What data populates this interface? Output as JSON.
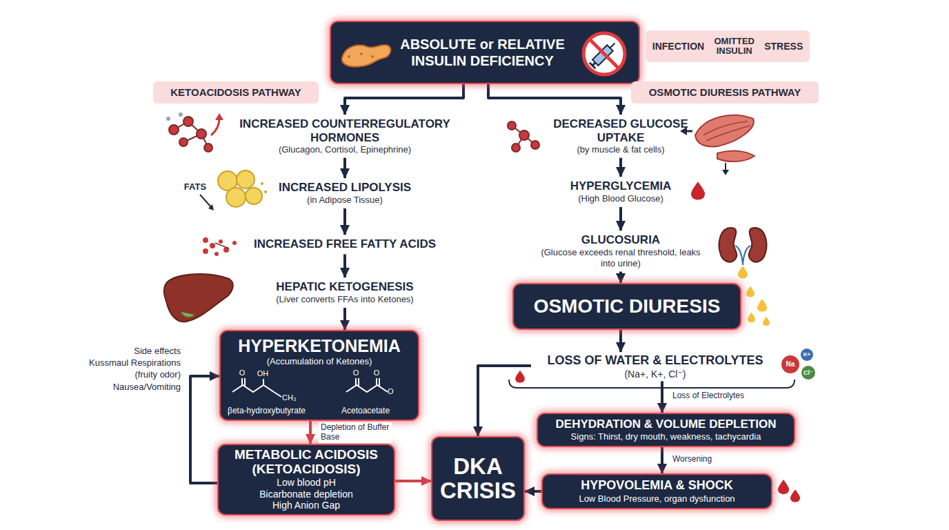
{
  "diagram": {
    "nodes": [
      {
        "text": [
          "ABSOLUTE or RELATIVE INSULIN DEFICIENCY"
        ]
      },
      {
        "text": [
          "INFECTION",
          "OMITTED INSULIN",
          "STRESS"
        ]
      },
      {
        "text": [
          "KETOACIDOSIS PATHWAY"
        ]
      },
      {
        "text": [
          "OSMOTIC DIURESIS PATHWAY"
        ]
      },
      {
        "text": [
          "INCREASED COUNTERREGULATORY HORMONES",
          "(Glucagon, Cortisol, Epinephrine)"
        ]
      },
      {
        "text": [
          "INCREASED LIPOLYSIS",
          "(in Adipose Tissue)"
        ]
      },
      {
        "text": [
          "INCREASED FREE FATTY ACIDS"
        ]
      },
      {
        "text": [
          "HEPATIC KETOGENESIS",
          "(Liver converts FFAs into Ketones)"
        ]
      },
      {
        "text": [
          "HYPERKETONEMIA",
          "(Accumulation of Ketones)",
          "βeta-hydroxybutyrate",
          "Acetoacetate"
        ]
      },
      {
        "text": [
          "METABOLIC ACIDOSIS (KETOACIDOSIS)",
          "Low blood pH Bicarbonate depletion High Anion Gap"
        ]
      },
      {
        "text": [
          "DECREASED GLUCOSE UPTAKE",
          "(by muscle & fat cells)"
        ]
      },
      {
        "text": [
          "HYPERGLYCEMIA",
          "(High Blood Glucose)"
        ]
      },
      {
        "text": [
          "GLUCOSURIA",
          "(Glucose exceeds renal threshold, leaks into urine)"
        ]
      },
      {
        "text": [
          "OSMOTIC DIURESIS"
        ]
      },
      {
        "text": [
          "LOSS OF WATER & ELECTROLYTES",
          "(Na+, K+, Cl⁻)"
        ]
      },
      {
        "text": [
          "DEHYDRATION & VOLUME DEPLETION",
          "Signs: Thirst, dry mouth, weakness, tachycardia"
        ]
      },
      {
        "text": [
          "HYPOVOLEMIA & SHOCK",
          "Low Blood Pressure, organ dysfunction"
        ]
      },
      {
        "text": [
          "DKA CRISIS"
        ]
      }
    ],
    "edges": [
      {
        "from": 0,
        "to": 4,
        "arrow": "to"
      },
      {
        "from": 0,
        "to": 10,
        "arrow": "to"
      },
      {
        "from": 4,
        "to": 5,
        "arrow": "to"
      },
      {
        "from": 5,
        "to": 6,
        "arrow": "to"
      },
      {
        "from": 6,
        "to": 7,
        "arrow": "to"
      },
      {
        "from": 7,
        "to": 8,
        "arrow": "to"
      },
      {
        "from": 8,
        "to": 9,
        "label": "Depletion of Buffer Base",
        "arrow": "to"
      },
      {
        "from": 9,
        "to": 8,
        "arrow": "to"
      },
      {
        "from": 9,
        "to": 17,
        "arrow": "to"
      },
      {
        "from": 10,
        "to": 11,
        "arrow": "to"
      },
      {
        "from": 11,
        "to": 12,
        "arrow": "to"
      },
      {
        "from": 12,
        "to": 13,
        "arrow": "to"
      },
      {
        "from": 13,
        "to": 14,
        "arrow": "to"
      },
      {
        "from": 14,
        "to": 17,
        "arrow": "to"
      },
      {
        "from": 14,
        "to": 15,
        "label": "Loss of Electrolytes",
        "arrow": "to"
      },
      {
        "from": 15,
        "to": 16,
        "label": "Worsening",
        "arrow": "to"
      },
      {
        "from": 16,
        "to": 17,
        "arrow": "to"
      }
    ],
    "labels": [
      "FATS",
      "Side effects",
      "Kussmaul Respirations",
      "(fruity odor)",
      "Nausea/Vomiting",
      "O",
      "OH",
      "CH₃",
      "O",
      "O",
      "O",
      "Na",
      "K+",
      "Cl⁻"
    ]
  }
}
